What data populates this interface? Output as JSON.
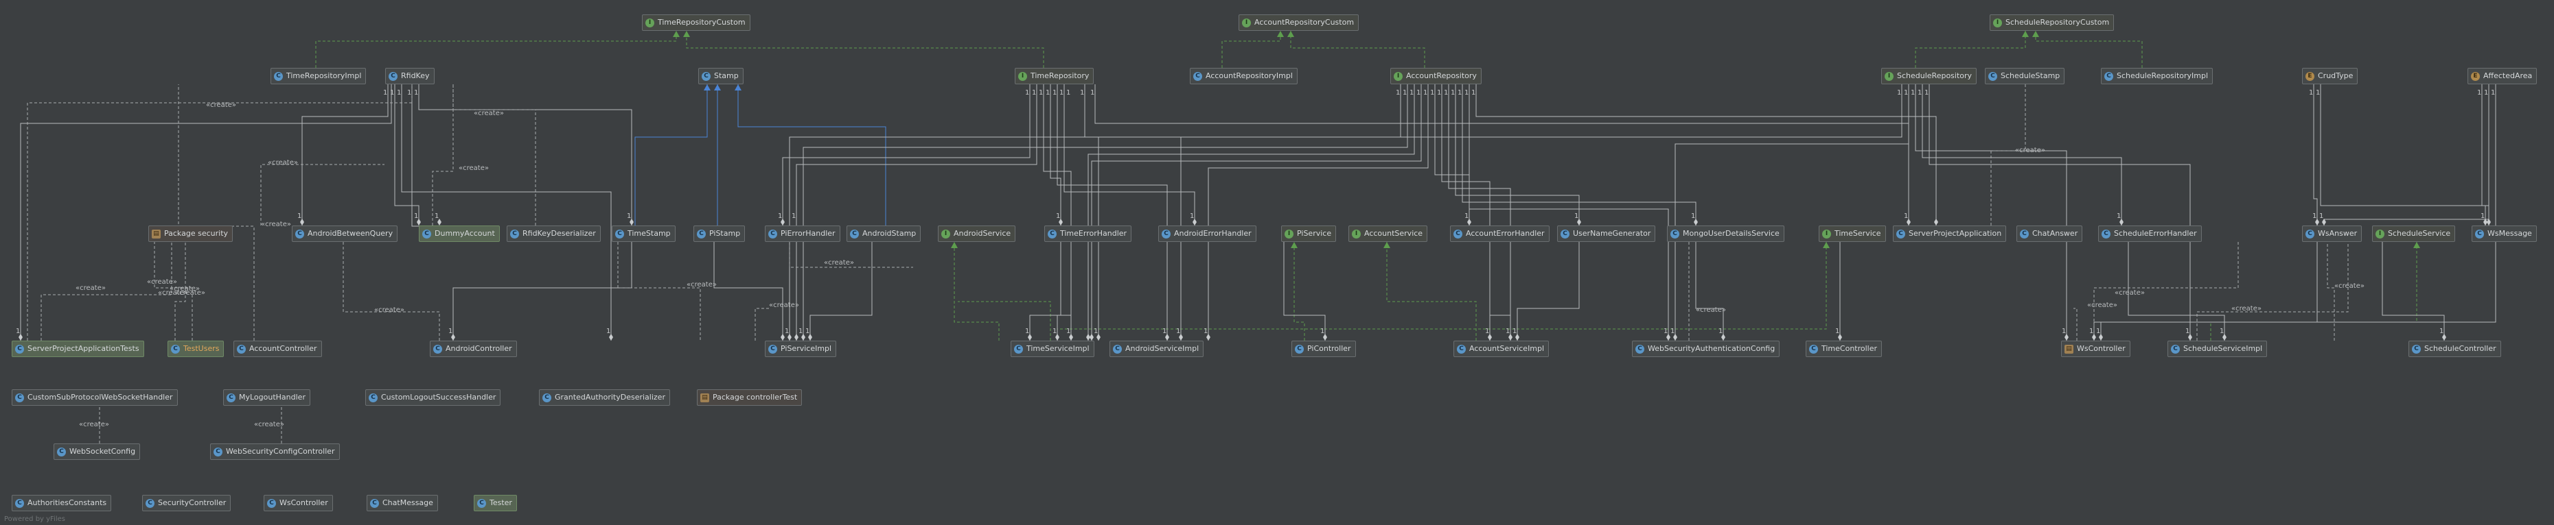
{
  "nodes": {
    "time_repository_custom": {
      "label": "TimeRepositoryCustom",
      "kind": "i"
    },
    "account_repository_custom": {
      "label": "AccountRepositoryCustom",
      "kind": "i"
    },
    "schedule_repository_custom": {
      "label": "ScheduleRepositoryCustom",
      "kind": "i"
    },
    "time_repository_impl": {
      "label": "TimeRepositoryImpl",
      "kind": "c"
    },
    "rfid_key": {
      "label": "RfidKey",
      "kind": "c"
    },
    "stamp": {
      "label": "Stamp",
      "kind": "c"
    },
    "time_repository": {
      "label": "TimeRepository",
      "kind": "i"
    },
    "account_repository_impl": {
      "label": "AccountRepositoryImpl",
      "kind": "c"
    },
    "account_repository": {
      "label": "AccountRepository",
      "kind": "i"
    },
    "schedule_repository": {
      "label": "ScheduleRepository",
      "kind": "i"
    },
    "schedule_stamp": {
      "label": "ScheduleStamp",
      "kind": "c"
    },
    "schedule_repository_impl": {
      "label": "ScheduleRepositoryImpl",
      "kind": "c"
    },
    "crud_type": {
      "label": "CrudType",
      "kind": "e"
    },
    "affected_area": {
      "label": "AffectedArea",
      "kind": "e"
    },
    "package_security": {
      "label": "Package security",
      "kind": "p"
    },
    "android_between_query": {
      "label": "AndroidBetweenQuery",
      "kind": "c"
    },
    "dummy_account": {
      "label": "DummyAccount",
      "kind": "c"
    },
    "rfid_key_deserializer": {
      "label": "RfidKeyDeserializer",
      "kind": "c"
    },
    "time_stamp": {
      "label": "TimeStamp",
      "kind": "c"
    },
    "pi_stamp": {
      "label": "PiStamp",
      "kind": "c"
    },
    "pi_error_handler": {
      "label": "PiErrorHandler",
      "kind": "c"
    },
    "android_stamp": {
      "label": "AndroidStamp",
      "kind": "c"
    },
    "android_service": {
      "label": "AndroidService",
      "kind": "i"
    },
    "time_error_handler": {
      "label": "TimeErrorHandler",
      "kind": "c"
    },
    "android_error_handler": {
      "label": "AndroidErrorHandler",
      "kind": "c"
    },
    "pi_service": {
      "label": "PiService",
      "kind": "i"
    },
    "account_service": {
      "label": "AccountService",
      "kind": "i"
    },
    "account_error_handler": {
      "label": "AccountErrorHandler",
      "kind": "c"
    },
    "user_name_generator": {
      "label": "UserNameGenerator",
      "kind": "c"
    },
    "mongo_user_details_service": {
      "label": "MongoUserDetailsService",
      "kind": "c"
    },
    "time_service": {
      "label": "TimeService",
      "kind": "i"
    },
    "server_project_application": {
      "label": "ServerProjectApplication",
      "kind": "c"
    },
    "chat_answer": {
      "label": "ChatAnswer",
      "kind": "c"
    },
    "schedule_error_handler": {
      "label": "ScheduleErrorHandler",
      "kind": "c"
    },
    "ws_answer": {
      "label": "WsAnswer",
      "kind": "c"
    },
    "schedule_service": {
      "label": "ScheduleService",
      "kind": "i"
    },
    "ws_message": {
      "label": "WsMessage",
      "kind": "c"
    },
    "server_project_application_tests": {
      "label": "ServerProjectApplicationTests",
      "kind": "c"
    },
    "test_users": {
      "label": "TestUsers",
      "kind": "c"
    },
    "account_controller": {
      "label": "AccountController",
      "kind": "c"
    },
    "android_controller": {
      "label": "AndroidController",
      "kind": "c"
    },
    "pi_service_impl": {
      "label": "PiServiceImpl",
      "kind": "c"
    },
    "time_service_impl": {
      "label": "TimeServiceImpl",
      "kind": "c"
    },
    "android_service_impl": {
      "label": "AndroidServiceImpl",
      "kind": "c"
    },
    "pi_controller": {
      "label": "PiController",
      "kind": "c"
    },
    "account_service_impl": {
      "label": "AccountServiceImpl",
      "kind": "c"
    },
    "web_security_authentication_config": {
      "label": "WebSecurityAuthenticationConfig",
      "kind": "c"
    },
    "time_controller": {
      "label": "TimeController",
      "kind": "c"
    },
    "ws_controller": {
      "label": "WsController",
      "kind": "c"
    },
    "schedule_service_impl": {
      "label": "ScheduleServiceImpl",
      "kind": "c"
    },
    "schedule_controller": {
      "label": "ScheduleController",
      "kind": "c"
    },
    "custom_sub_protocol_web_socket_handler": {
      "label": "CustomSubProtocolWebSocketHandler",
      "kind": "c"
    },
    "my_logout_handler": {
      "label": "MyLogoutHandler",
      "kind": "c"
    },
    "custom_logout_success_handler": {
      "label": "CustomLogoutSuccessHandler",
      "kind": "c"
    },
    "granted_authority_deserializer": {
      "label": "GrantedAuthorityDeserializer",
      "kind": "c"
    },
    "package_controller_test": {
      "label": "Package controllerTest",
      "kind": "p"
    },
    "web_socket_config": {
      "label": "WebSocketConfig",
      "kind": "c"
    },
    "web_security_config_controller": {
      "label": "WebSecurityConfigController",
      "kind": "c"
    },
    "authorities_constants": {
      "label": "AuthoritiesConstants",
      "kind": "c"
    },
    "security_controller": {
      "label": "SecurityController",
      "kind": "c"
    },
    "ws_controller_2": {
      "label": "WsController",
      "kind": "c"
    },
    "chat_message": {
      "label": "ChatMessage",
      "kind": "c"
    },
    "tester": {
      "label": "Tester",
      "kind": "c"
    }
  },
  "edge_labels": {
    "create": "«create»",
    "multiplicity_one": "1"
  },
  "colors": {
    "background": "#3c3f41",
    "node_fill": "#45494a",
    "node_border": "#6a6e70",
    "highlight_fill": "#576553",
    "realization_edge": "#5e9e4e",
    "generalization_edge": "#4a84d6",
    "dependency_edge": "#a9acae"
  },
  "watermark": "Powered by yFiles"
}
